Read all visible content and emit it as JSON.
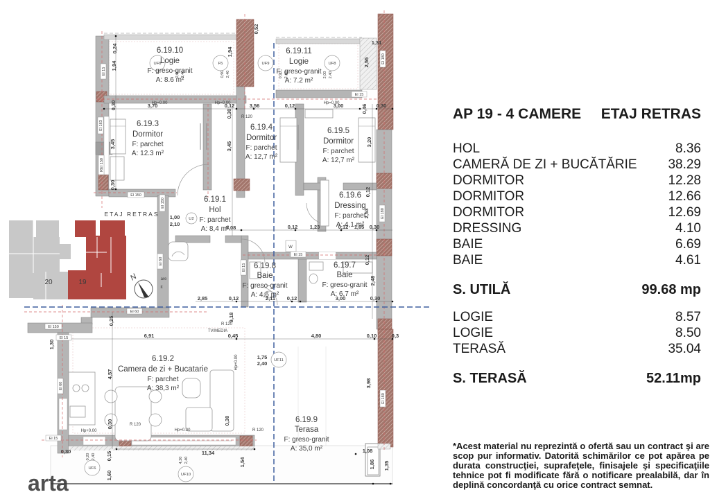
{
  "panel": {
    "title": "AP 19 - 4 CAMERE",
    "floor": "ETAJ RETRAS",
    "rows": [
      {
        "label": "HOL",
        "value": "8.36"
      },
      {
        "label": "CAMERĂ DE ZI + BUCĂTĂRIE",
        "value": "38.29"
      },
      {
        "label": "DORMITOR",
        "value": "12.28"
      },
      {
        "label": "DORMITOR",
        "value": "12.66"
      },
      {
        "label": "DORMITOR",
        "value": "12.69"
      },
      {
        "label": "DRESSING",
        "value": "4.10"
      },
      {
        "label": "BAIE",
        "value": "6.69"
      },
      {
        "label": "BAIE",
        "value": "4.61"
      }
    ],
    "total_util": {
      "label": "S. UTILĂ",
      "value": "99.68 mp"
    },
    "outdoor_rows": [
      {
        "label": "LOGIE",
        "value": "8.57"
      },
      {
        "label": "LOGIE",
        "value": "8.50"
      },
      {
        "label": "TERASĂ",
        "value": "35.04"
      }
    ],
    "total_terasa": {
      "label": "S. TERASĂ",
      "value": "52.11mp"
    },
    "disclaimer": "*Acest material nu reprezintă o ofertă sau un contract şi are scop pur informativ. Datorită schimărilor ce pot apărea pe durata construcţiei, suprafeţele, finisajele şi specificaţiile tehnice pot fi modificate fără o notificare prealabilă, dar în deplină concordanţă cu orice contract semnat."
  },
  "key_plan": {
    "label": "ETAJ RETRAS",
    "unit_other": "20",
    "unit_current": "19",
    "north": "N"
  },
  "plan": {
    "rooms": [
      {
        "num": "6.19.10",
        "name": "Logie",
        "finish": "F: greso-granit",
        "area": "A: 8.6 m²"
      },
      {
        "num": "6.19.11",
        "name": "Logie",
        "finish": "F: greso-granit",
        "area": "A: 7.2 m²"
      },
      {
        "num": "6.19.3",
        "name": "Dormitor",
        "finish": "F: parchet",
        "area": "A: 12.3 m²"
      },
      {
        "num": "6.19.4",
        "name": "Dormitor",
        "finish": "F: parchet",
        "area": "A: 12,7 m²"
      },
      {
        "num": "6.19.5",
        "name": "Dormitor",
        "finish": "F: parchet",
        "area": "A: 12,7 m²"
      },
      {
        "num": "6.19.6",
        "name": "Dressing",
        "finish": "F: parchet",
        "area": "A: 4,1 m²"
      },
      {
        "num": "6.19.1",
        "name": "Hol",
        "finish": "F: parchet",
        "area": "A: 8,4 m²"
      },
      {
        "num": "6.19.8",
        "name": "Baie",
        "finish": "F: greso-granit",
        "area": "A: 4,6 m²"
      },
      {
        "num": "6.19.7",
        "name": "Baie",
        "finish": "F: greso-granit",
        "area": "A: 6,7 m²"
      },
      {
        "num": "6.19.2",
        "name": "Camera de zi + Bucatarie",
        "finish": "F: parchet",
        "area": "A: 38,3 m²"
      },
      {
        "num": "6.19.9",
        "name": "Terasa",
        "finish": "F: greso-granit",
        "area": "A: 35,0 m²"
      }
    ],
    "dims": [
      "0,24",
      "1,94",
      "0,30",
      "3,45",
      "0,30",
      "3,70",
      "0,12",
      "3,56",
      "0,12",
      "3,00",
      "0,46",
      "0,30",
      "1,94",
      "0,52",
      "1,31",
      "2,55",
      "0,30",
      "3,45",
      "3,20",
      "0,12",
      "2,53",
      "0,30",
      "1,65",
      "0,12",
      "1,23",
      "0,12",
      "5,08",
      "0,12",
      "2,48",
      "2,85",
      "0,12",
      "2,11",
      "0,12",
      "3,00",
      "0,30",
      "9,18",
      "0,45",
      "4,80",
      "0,10",
      "0,3",
      "6,91",
      "0,25",
      "1,30",
      "4,57",
      "0,30",
      "0,30",
      "11,34",
      "1,54",
      "3,98",
      "1,08",
      "1,86",
      "1,35",
      "1,75",
      "2,40",
      "0,30",
      "0,15",
      "1,60",
      "1,00",
      "2,10",
      "2,00",
      "2,40",
      "0,90",
      "2,40",
      "0,90",
      "2,40",
      "2,00",
      "2,40",
      "4,20",
      "2,40",
      "0,20",
      "2,40"
    ],
    "tags": [
      "El 15",
      "El 163",
      "REI 150",
      "El 150",
      "El 150",
      "El 60",
      "El 60",
      "El 150",
      "El 15",
      "El 60",
      "El 15",
      "El 15",
      "El 180",
      "El 180",
      "El 180",
      "El 15",
      "El 15"
    ],
    "circles": [
      "UF8",
      "F5",
      "UF9",
      "UF8",
      "U2",
      "UF11",
      "UF10",
      "UF6"
    ],
    "ann": {
      "hp_top": "Hp=0.00",
      "hp_bottom": "Hp+0.00",
      "r120": "R 120",
      "tv": "TV/MEDIA",
      "w": "W",
      "clip1": "are",
      "clip2": "it"
    },
    "watermark": "arta"
  }
}
